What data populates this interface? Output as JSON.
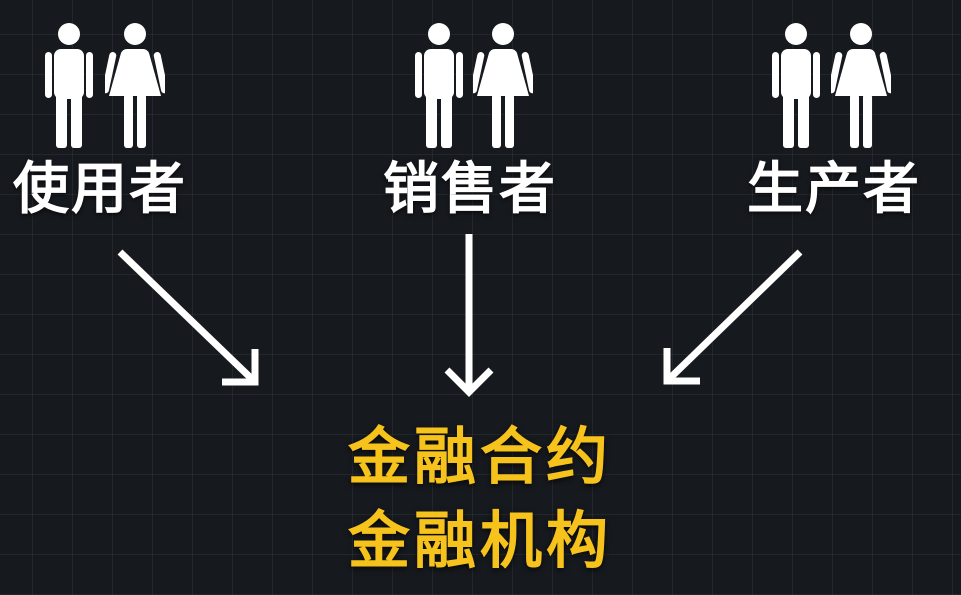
{
  "groups": [
    {
      "id": "user",
      "label": "使用者",
      "icons": [
        "man-icon",
        "woman-icon"
      ]
    },
    {
      "id": "seller",
      "label": "销售者",
      "icons": [
        "man-icon",
        "woman-icon"
      ]
    },
    {
      "id": "producer",
      "label": "生产者",
      "icons": [
        "man-icon",
        "woman-icon"
      ]
    }
  ],
  "target": {
    "line1": "金融合约",
    "line2": "金融机构"
  },
  "colors": {
    "background": "#16191e",
    "grid": "#2a2e35",
    "label": "#ffffff",
    "arrow": "#ffffff",
    "target_text": "#f6c21c"
  }
}
